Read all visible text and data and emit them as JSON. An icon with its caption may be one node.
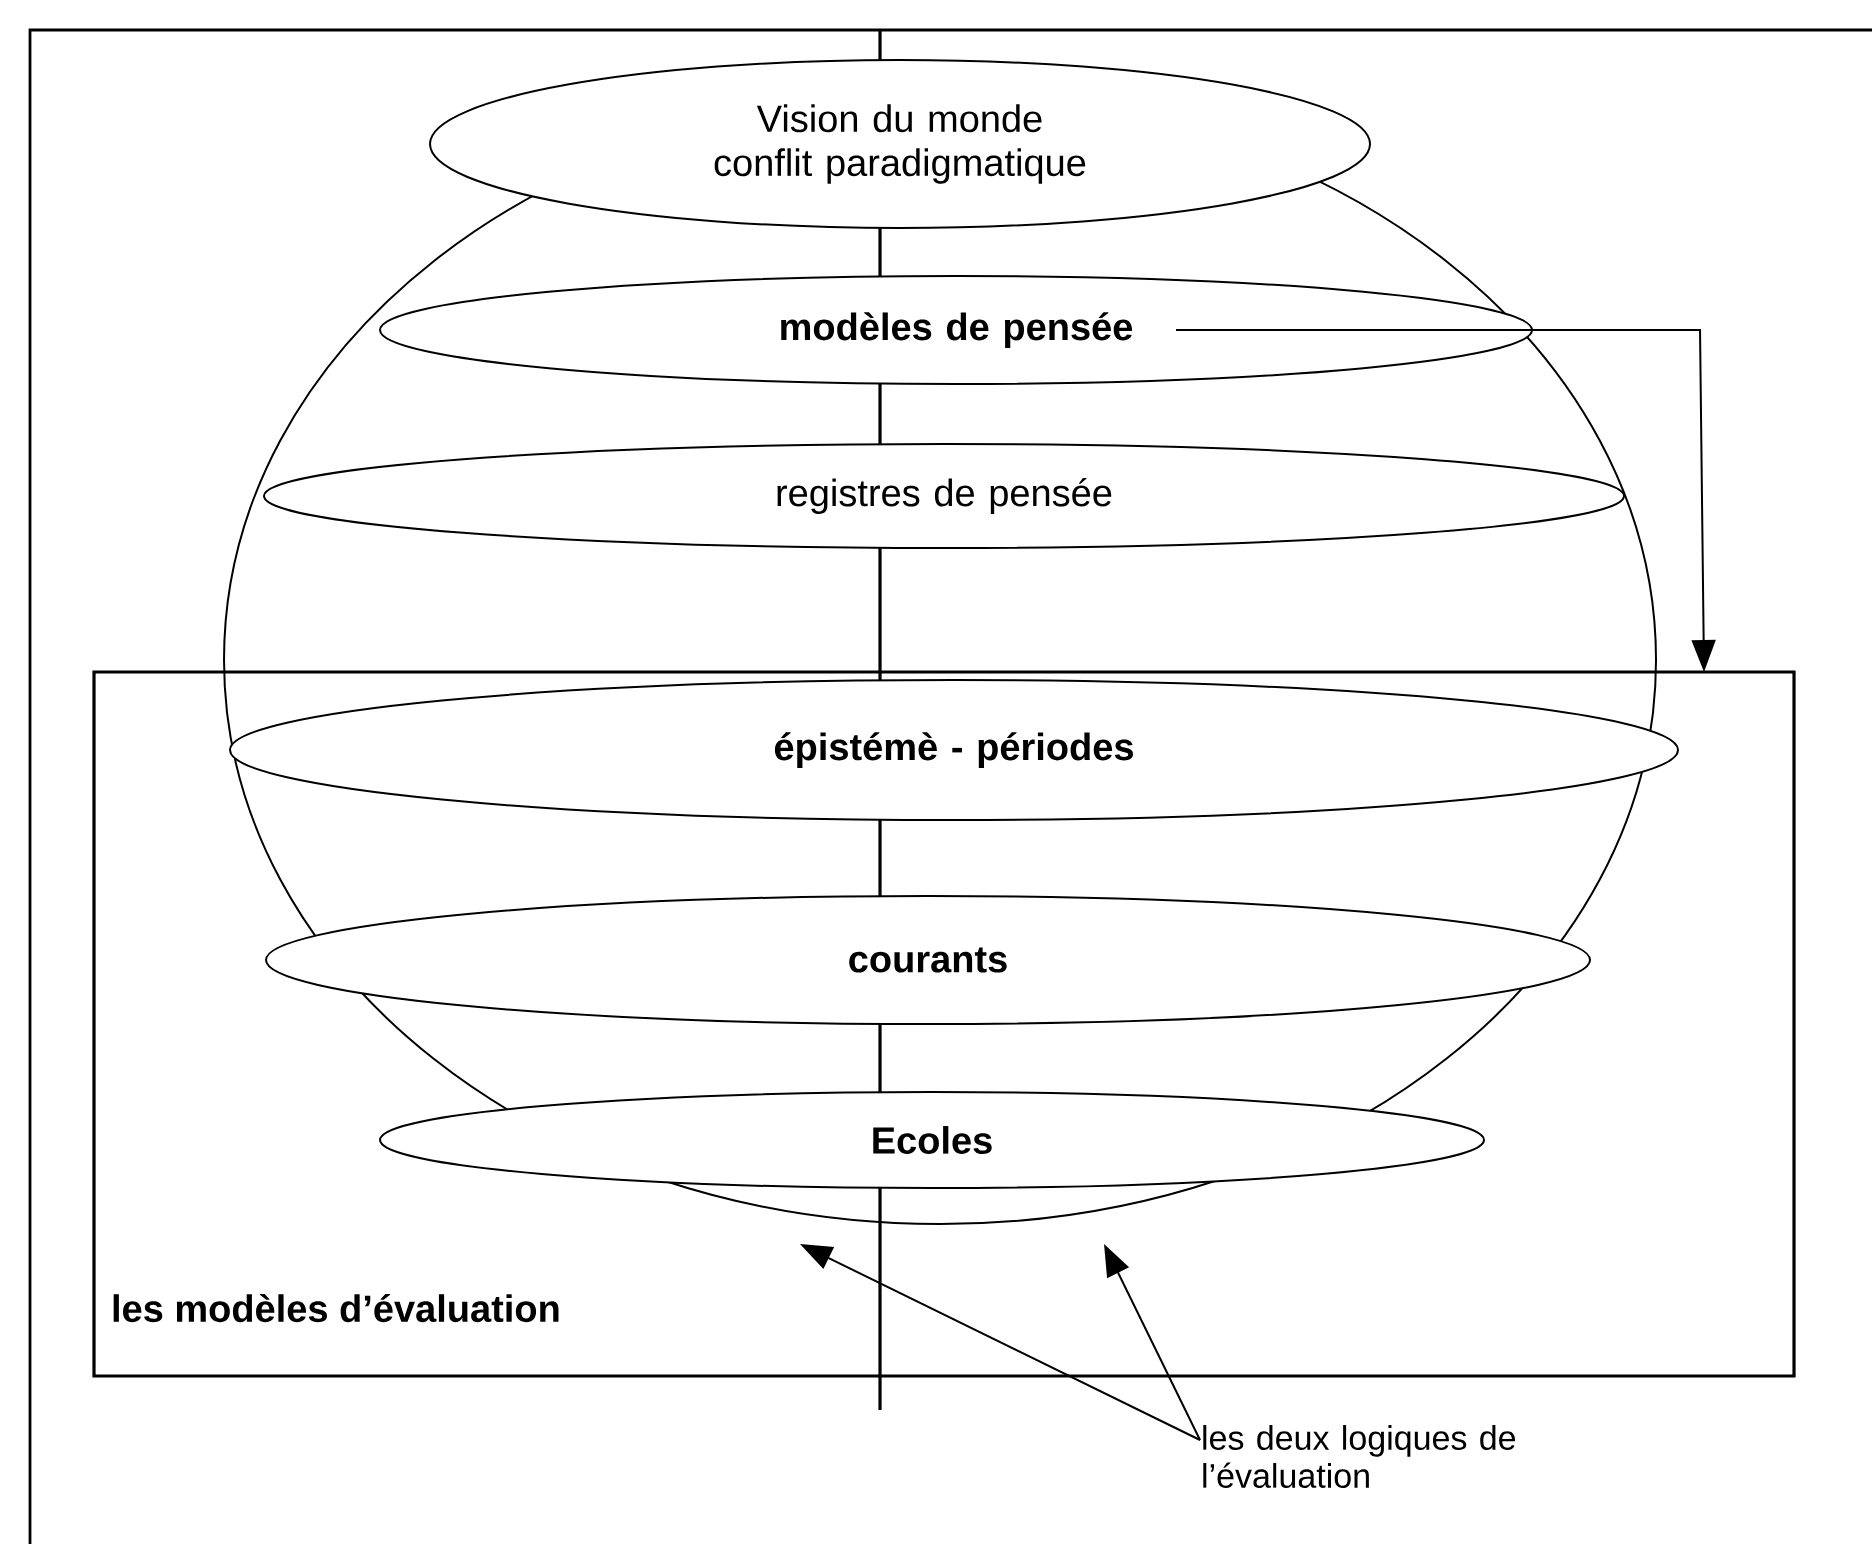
{
  "diagram": {
    "nodes": [
      {
        "text": [
          "Vision du monde conflit paradigmatique"
        ]
      },
      {
        "text": [
          "modèles de pensée"
        ]
      },
      {
        "text": [
          "registres de pensée"
        ]
      },
      {
        "text": [
          "les modèles d’évaluation"
        ]
      },
      {
        "text": [
          "épistémè  - périodes"
        ],
        "in": 3
      },
      {
        "text": [
          "courants"
        ],
        "in": 3
      },
      {
        "text": [
          "Ecoles"
        ],
        "in": 3
      },
      {
        "text": [
          "les deux logiques de l’évaluation"
        ]
      }
    ],
    "edges": [
      {
        "from": 1,
        "to": 3,
        "arrow": "to"
      },
      {
        "from": 7,
        "to": null,
        "arrow": "to"
      },
      {
        "from": 7,
        "to": null,
        "arrow": "to"
      }
    ]
  }
}
